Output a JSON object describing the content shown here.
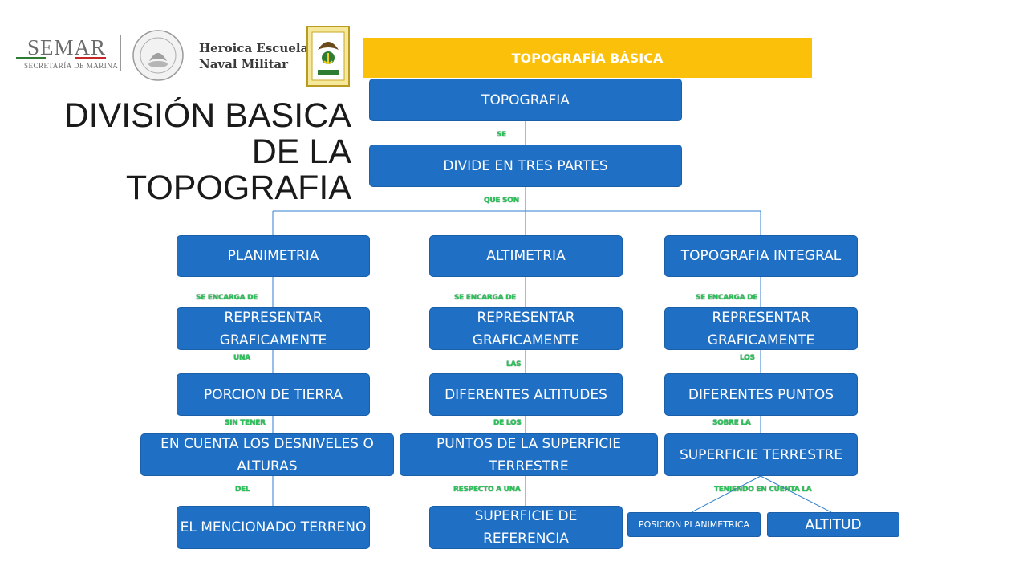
{
  "logos": {
    "semar": "SEMAR",
    "semar_sub": "SECRETARÍA DE MARINA",
    "school_line1": "Heroica Escuela",
    "school_line2": "Naval Militar"
  },
  "header": "TOPOGRAFÍA BÁSICA",
  "title_lines": [
    "DIVISIÓN BASICA",
    "DE LA",
    "TOPOGRAFIA"
  ],
  "nodes": {
    "topografia": "TOPOGRAFIA",
    "divide": "DIVIDE EN TRES PARTES",
    "planimetria": "PLANIMETRIA",
    "altimetria": "ALTIMETRIA",
    "integral": "TOPOGRAFIA INTEGRAL",
    "rep_left": "REPRESENTAR GRAFICAMENTE",
    "rep_mid": "REPRESENTAR GRAFICAMENTE",
    "rep_right": "REPRESENTAR GRAFICAMENTE",
    "porcion": "PORCION DE TIERRA",
    "diferentes_alt": "DIFERENTES ALTITUDES",
    "diferentes_puntos": "DIFERENTES PUNTOS",
    "desniveles": "EN CUENTA LOS DESNIVELES O ALTURAS",
    "puntos_superficie": "PUNTOS DE LA SUPERFICIE TERRESTRE",
    "superficie_terrestre": "SUPERFICIE TERRESTRE",
    "terreno": "EL MENCIONADO TERRENO",
    "referencia": "SUPERFICIE DE REFERENCIA",
    "posicion": "POSICION PLANIMETRICA",
    "altitud": "ALTITUD"
  },
  "connectors": {
    "se": "SE",
    "que_son": "QUE SON",
    "encarga_left": "SE ENCARGA DE",
    "encarga_mid": "SE ENCARGA DE",
    "encarga_right": "SE ENCARGA DE",
    "una": "UNA",
    "las": "LAS",
    "los": "LOS",
    "sin_tener": "SIN TENER",
    "de_los": "DE LOS",
    "sobre_la": "SOBRE LA",
    "del": "DEL",
    "respecto": "RESPECTO A UNA",
    "teniendo": "TENIENDO EN CUENTA LA"
  },
  "colors": {
    "node_fill": "#1f6fc5",
    "header_fill": "#fbc10a",
    "connector_text": "#2bc25a",
    "line": "#2f7fd0"
  }
}
